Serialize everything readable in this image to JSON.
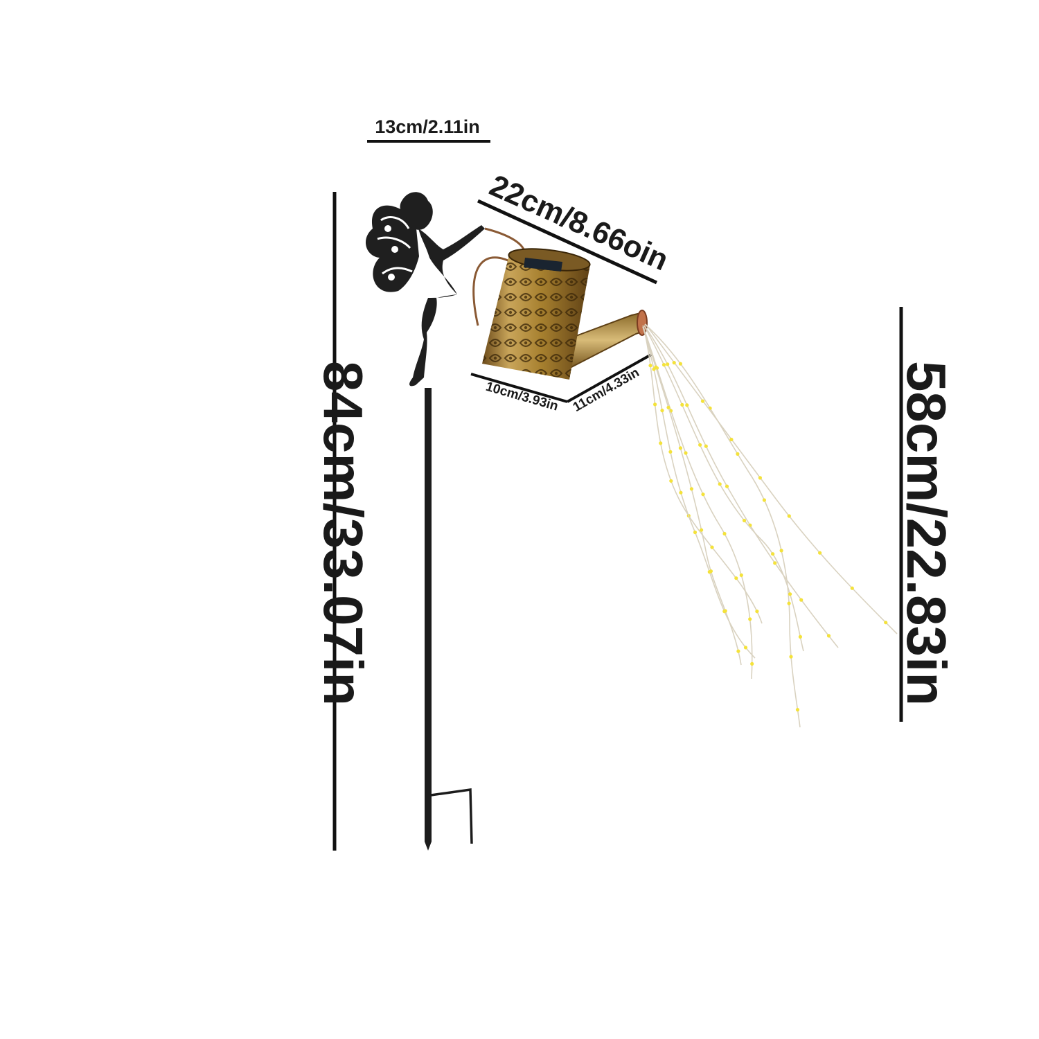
{
  "dimensions": {
    "stake_width": "13cm/2.11in",
    "can_length": "22cm/8.66oin",
    "total_height": "84cm/33.07in",
    "string_length": "58cm/22.83in",
    "can_height": "10cm/3.93in",
    "spout_length": "11cm/4.33in"
  },
  "colors": {
    "background": "#ffffff",
    "dimension_line": "#111111",
    "stake_metal": "#1c1c1c",
    "can_bronze": "#b08a3e",
    "can_dark": "#5a3c14",
    "led_light": "#f4e23a",
    "wire": "#d9d2c0"
  },
  "product": {
    "figure": "fairy-silhouette",
    "item": "watering-can-solar-light"
  }
}
